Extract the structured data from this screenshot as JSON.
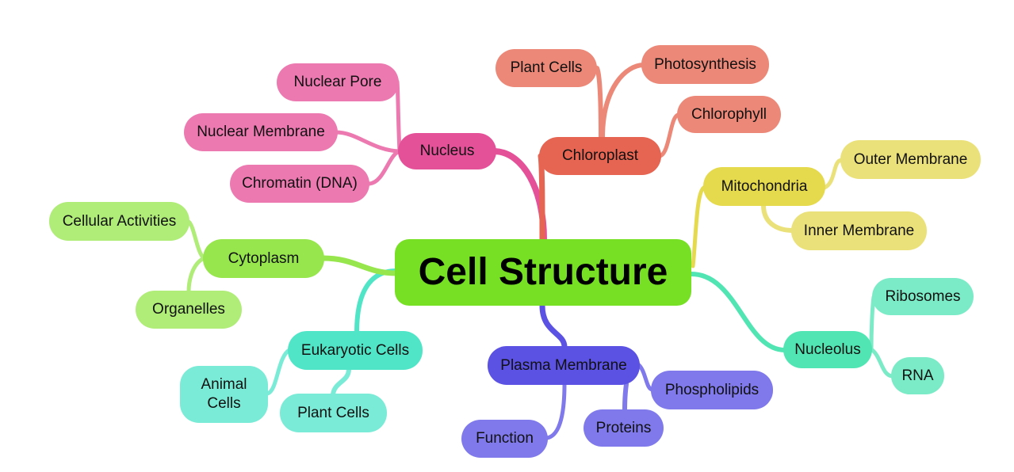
{
  "title": "Cell Structure",
  "colors": {
    "root": "#77e024",
    "nucleus": {
      "main": "#e55199",
      "leaf": "#ec79b0"
    },
    "chloroplast": {
      "main": "#e66452",
      "leaf": "#ec8878"
    },
    "mitochondria": {
      "main": "#e5d94e",
      "leaf": "#ebe17a"
    },
    "nucleolus": {
      "main": "#51e5b3",
      "leaf": "#7aebc6"
    },
    "plasma": {
      "main": "#5b52e3",
      "leaf": "#7f79eb"
    },
    "eukaryotic": {
      "main": "#51e5c8",
      "leaf": "#7aebd6"
    },
    "cytoplasm": {
      "main": "#97e64e",
      "leaf": "#b0ec78"
    }
  },
  "root": {
    "id": "root",
    "label": "Cell Structure"
  },
  "branches": [
    {
      "id": "nucleus",
      "label": "Nucleus",
      "children": [
        "Nuclear Pore",
        "Nuclear Membrane",
        "Chromatin (DNA)"
      ]
    },
    {
      "id": "chloroplast",
      "label": "Chloroplast",
      "children": [
        "Plant Cells",
        "Photosynthesis",
        "Chlorophyll"
      ]
    },
    {
      "id": "mitochondria",
      "label": "Mitochondria",
      "children": [
        "Outer Membrane",
        "Inner Membrane"
      ]
    },
    {
      "id": "nucleolus",
      "label": "Nucleolus",
      "children": [
        "Ribosomes",
        "RNA"
      ]
    },
    {
      "id": "plasma",
      "label": "Plasma Membrane",
      "children": [
        "Phospholipids",
        "Proteins",
        "Function"
      ]
    },
    {
      "id": "eukaryotic",
      "label": "Eukaryotic Cells",
      "children": [
        "Animal\nCells",
        "Plant Cells"
      ]
    },
    {
      "id": "cytoplasm",
      "label": "Cytoplasm",
      "children": [
        "Cellular Activities",
        "Organelles"
      ]
    }
  ]
}
